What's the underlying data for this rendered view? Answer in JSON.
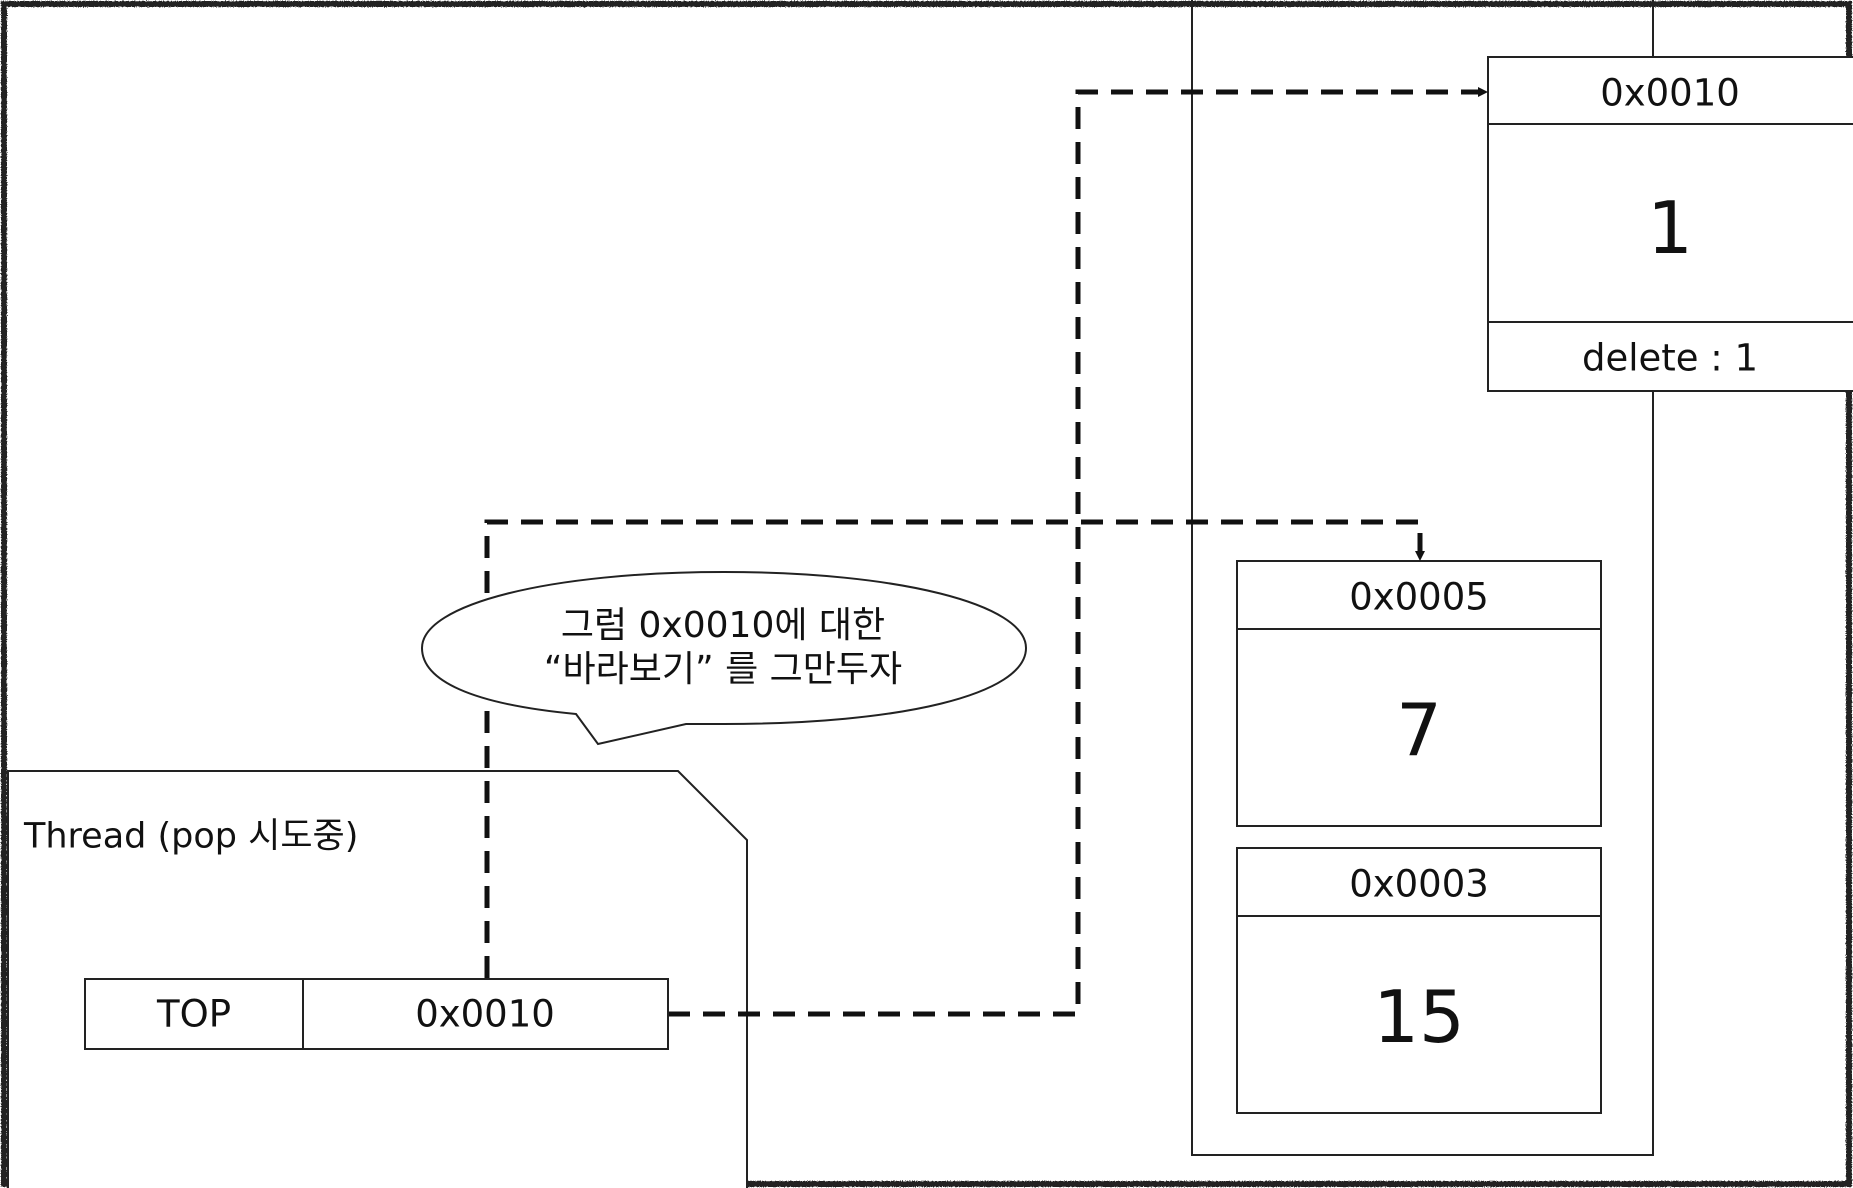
{
  "thread": {
    "title": "Thread (pop 시도중)",
    "top_label": "TOP",
    "top_value": "0x0010"
  },
  "speech_bubble": {
    "line1": "그럼 0x0010에 대한",
    "line2": "“바라보기” 를 그만두자"
  },
  "nodes": [
    {
      "address": "0x0010",
      "value": "1",
      "delete_label": "delete : 1"
    },
    {
      "address": "0x0005",
      "value": "7"
    },
    {
      "address": "0x0003",
      "value": "15"
    }
  ]
}
